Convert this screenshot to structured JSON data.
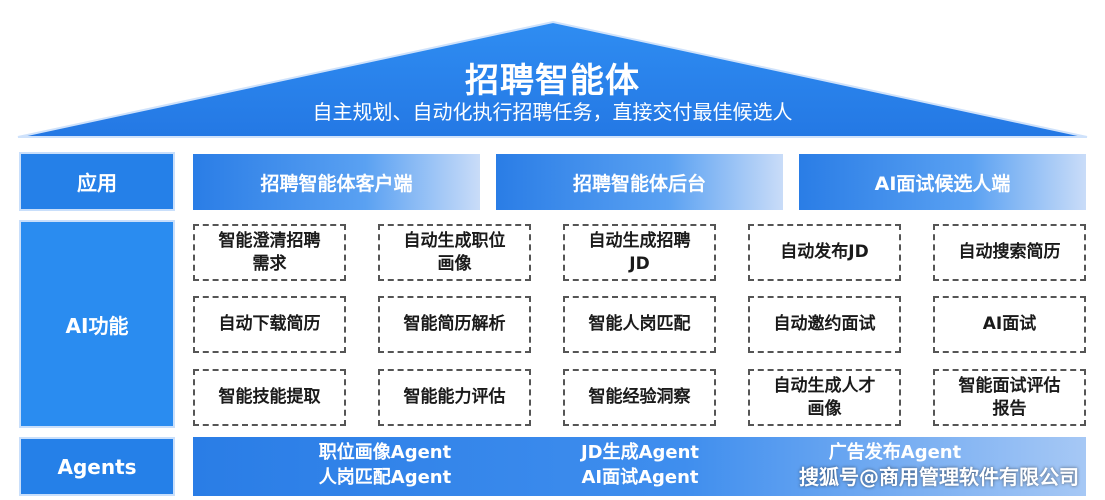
{
  "roof": {
    "title": "招聘智能体",
    "subtitle": "自主规划、自动化执行招聘任务，直接交付最佳候选人"
  },
  "rows": {
    "app_label": "应用",
    "ai_label": "AI功能",
    "agents_label": "Agents"
  },
  "apps": [
    "招聘智能体客户端",
    "招聘智能体后台",
    "AI面试候选人端"
  ],
  "functions": [
    [
      "智能澄清招聘\n需求",
      "自动生成职位\n画像",
      "自动生成招聘\nJD",
      "自动发布JD",
      "自动搜索简历"
    ],
    [
      "自动下载简历",
      "智能简历解析",
      "智能人岗匹配",
      "自动邀约面试",
      "AI面试"
    ],
    [
      "智能技能提取",
      "智能能力评估",
      "智能经验洞察",
      "自动生成人才\n画像",
      "智能面试评估\n报告"
    ]
  ],
  "agents": [
    [
      "职位画像Agent",
      "人岗匹配Agent"
    ],
    [
      "JD生成Agent",
      "AI面试Agent"
    ],
    [
      "广告发布Agent",
      ""
    ]
  ],
  "watermark": "搜狐号@商用管理软件有限公司",
  "colors": {
    "primary": "#2580e8",
    "roof_border": "#1a6fd6",
    "cell_border": "#555555"
  }
}
